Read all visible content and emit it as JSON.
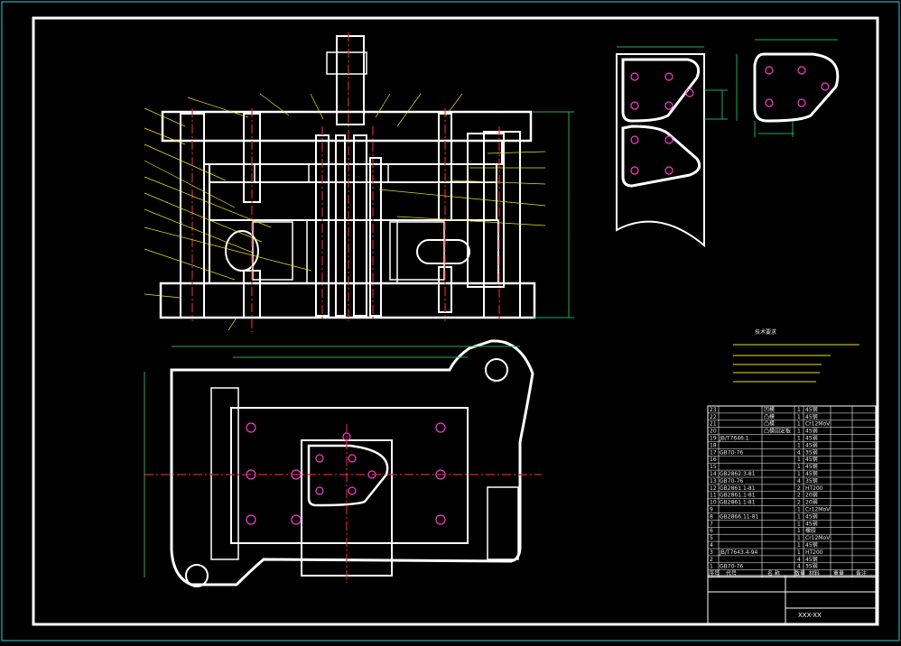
{
  "drawing": {
    "drawing_number": "XXX-XX",
    "notes_title": "技术要求",
    "colors": {
      "background": "#000000",
      "outline": "#ffffff",
      "hatch": "#1fae5a",
      "centerline": "#e0203a",
      "frame": "#2fd0e0",
      "hole": "#ff3ad0"
    }
  },
  "parts_list": {
    "rows": [
      {
        "no": "23",
        "code": "",
        "name": "凹模",
        "qty": "1",
        "material": "45钢"
      },
      {
        "no": "22",
        "code": "",
        "name": "凸模",
        "qty": "1",
        "material": "45钢"
      },
      {
        "no": "21",
        "code": "",
        "name": "凸模",
        "qty": "1",
        "material": "Cr12MoV"
      },
      {
        "no": "20",
        "code": "",
        "name": "凸模固定板",
        "qty": "1",
        "material": "45钢"
      },
      {
        "no": "19",
        "code": "JB/T7646.1",
        "name": "",
        "qty": "1",
        "material": "45钢"
      },
      {
        "no": "18",
        "code": "",
        "name": "",
        "qty": "1",
        "material": "45钢"
      },
      {
        "no": "17",
        "code": "GB70-76",
        "name": "",
        "qty": "4",
        "material": "35钢"
      },
      {
        "no": "16",
        "code": "",
        "name": "",
        "qty": "1",
        "material": "45钢"
      },
      {
        "no": "15",
        "code": "",
        "name": "",
        "qty": "1",
        "material": "45钢"
      },
      {
        "no": "14",
        "code": "GB2862.3-81",
        "name": "",
        "qty": "1",
        "material": "45钢"
      },
      {
        "no": "13",
        "code": "GB70-76",
        "name": "",
        "qty": "4",
        "material": "35钢"
      },
      {
        "no": "12",
        "code": "GB2861.1-81",
        "name": "",
        "qty": "2",
        "material": "HT200"
      },
      {
        "no": "11",
        "code": "GB2861.1-81",
        "name": "",
        "qty": "2",
        "material": "20钢"
      },
      {
        "no": "10",
        "code": "GB2861.1-81",
        "name": "",
        "qty": "2",
        "material": "20钢"
      },
      {
        "no": "9",
        "code": "",
        "name": "",
        "qty": "1",
        "material": "Cr12MoV"
      },
      {
        "no": "8",
        "code": "GB2866.11-81",
        "name": "",
        "qty": "1",
        "material": "45钢"
      },
      {
        "no": "7",
        "code": "",
        "name": "",
        "qty": "1",
        "material": "45钢"
      },
      {
        "no": "6",
        "code": "",
        "name": "",
        "qty": "1",
        "material": "橡胶"
      },
      {
        "no": "5",
        "code": "",
        "name": "",
        "qty": "1",
        "material": "Cr12MoV"
      },
      {
        "no": "4",
        "code": "",
        "name": "",
        "qty": "1",
        "material": "45钢"
      },
      {
        "no": "3",
        "code": "JB/T7643.4-94",
        "name": "",
        "qty": "1",
        "material": "HT200"
      },
      {
        "no": "2",
        "code": "",
        "name": "",
        "qty": "4",
        "material": "45钢"
      },
      {
        "no": "1",
        "code": "GB70-76",
        "name": "",
        "qty": "4",
        "material": "35钢"
      }
    ],
    "header": {
      "no": "序号",
      "code": "代号",
      "name": "名 称",
      "qty": "数量",
      "material": "材料",
      "weight": "重量",
      "remark": "备注"
    }
  }
}
